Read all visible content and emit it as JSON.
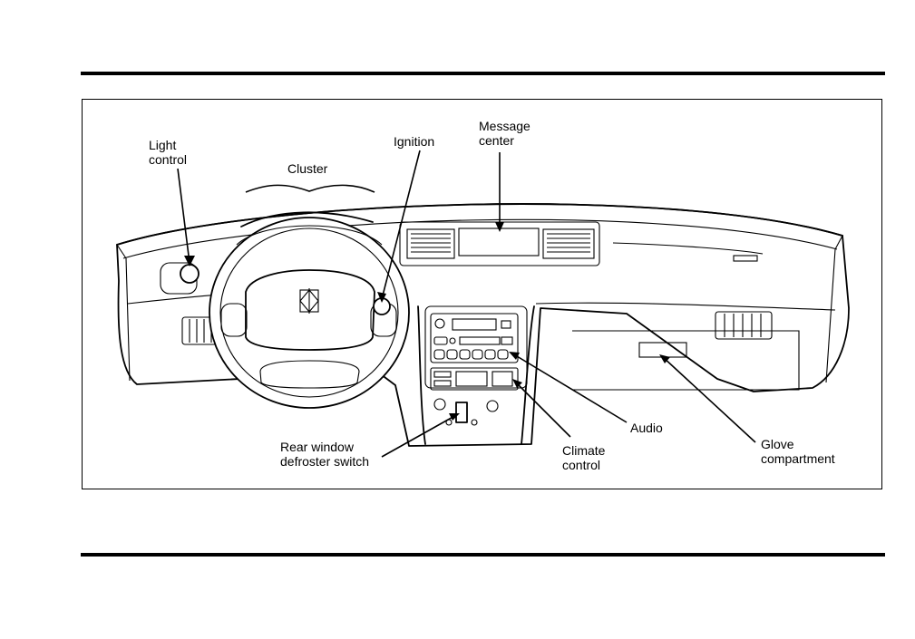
{
  "labels": {
    "light_control": "Light\ncontrol",
    "cluster": "Cluster",
    "ignition": "Ignition",
    "message_center": "Message\ncenter",
    "audio": "Audio",
    "climate_control": "Climate\ncontrol",
    "glove_compartment": "Glove\ncompartment",
    "rear_window_defroster": "Rear window\ndefroster switch"
  },
  "colors": {
    "line": "#000000",
    "background": "#ffffff"
  }
}
